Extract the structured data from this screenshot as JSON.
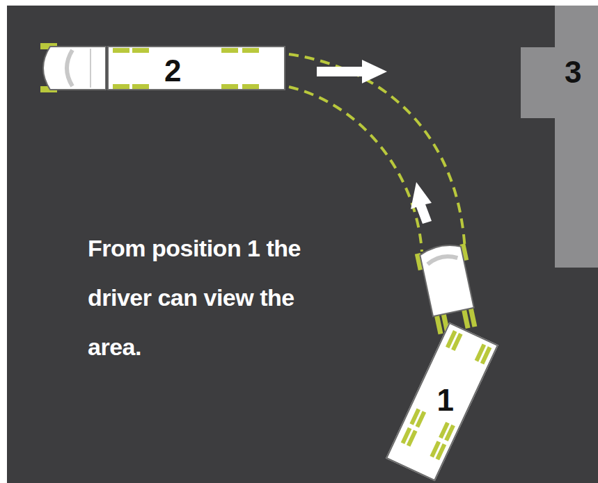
{
  "diagram": {
    "nodes": [
      {
        "text": [
          "2"
        ]
      },
      {
        "text": [
          "3"
        ]
      },
      {
        "text": [
          "1"
        ]
      }
    ],
    "labels": [
      "From position 1 the driver can view the area."
    ]
  }
}
